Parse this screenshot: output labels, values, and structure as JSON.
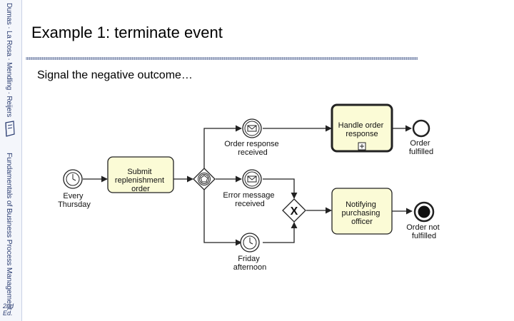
{
  "sidebar": {
    "top_text": "Dumas · La Rosa · Mendling · Reijers",
    "bottom_text": "Fundamentals of Business Process Management",
    "edition": "2nd Ed."
  },
  "slide": {
    "title": "Example 1: terminate event",
    "subtitle": "Signal the negative outcome…"
  },
  "diagram": {
    "start_event": [
      "Every",
      "Thursday"
    ],
    "task_submit": [
      "Submit",
      "replenishment",
      "order"
    ],
    "event_order_response": [
      "Order response",
      "received"
    ],
    "event_error_message": [
      "Error message",
      "received"
    ],
    "event_friday": [
      "Friday",
      "afternoon"
    ],
    "task_handle": [
      "Handle order",
      "response"
    ],
    "task_notify": [
      "Notifying",
      "purchasing",
      "officer"
    ],
    "end_fulfilled": [
      "Order",
      "fulfilled"
    ],
    "end_not_fulfilled": [
      "Order not",
      "fulfilled"
    ],
    "gateway_xor_symbol": "X"
  },
  "colors": {
    "task_fill": "#fbfbd6",
    "stroke": "#222222",
    "sidebar_text": "#2d3f73"
  }
}
